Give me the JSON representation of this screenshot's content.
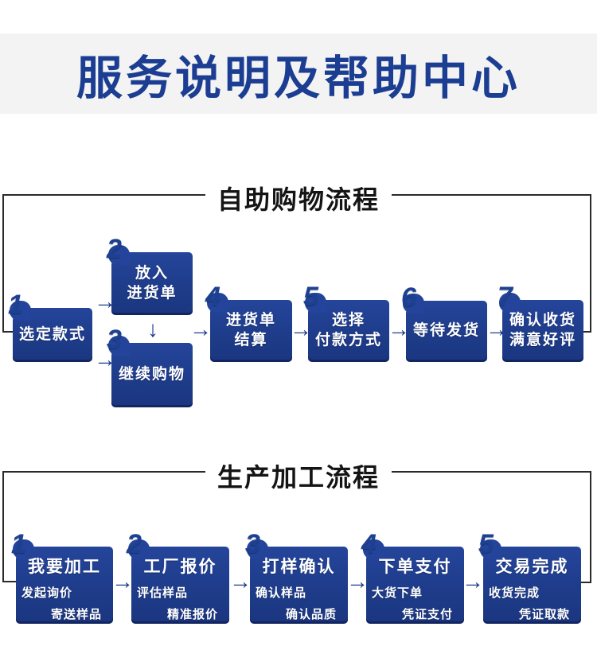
{
  "header": {
    "title": "服务说明及帮助中心"
  },
  "flow1": {
    "title": "自助购物流程",
    "steps": [
      {
        "num": "1",
        "lines": [
          "选定款式"
        ]
      },
      {
        "num": "2",
        "lines": [
          "放入",
          "进货单"
        ]
      },
      {
        "num": "3",
        "lines": [
          "继续购物"
        ]
      },
      {
        "num": "4",
        "lines": [
          "进货单",
          "结算"
        ]
      },
      {
        "num": "5",
        "lines": [
          "选择",
          "付款方式"
        ]
      },
      {
        "num": "6",
        "lines": [
          "等待发货"
        ]
      },
      {
        "num": "7",
        "lines": [
          "确认收货",
          "满意好评"
        ]
      }
    ]
  },
  "flow2": {
    "title": "生产加工流程",
    "steps": [
      {
        "num": "1",
        "title": "我要加工",
        "sub_left": "发起询价",
        "sub_right": "寄送样品"
      },
      {
        "num": "2",
        "title": "工厂报价",
        "sub_left": "评估样品",
        "sub_right": "精准报价"
      },
      {
        "num": "3",
        "title": "打样确认",
        "sub_left": "确认样品",
        "sub_right": "确认品质"
      },
      {
        "num": "4",
        "title": "下单支付",
        "sub_left": "大货下单",
        "sub_right": "凭证支付"
      },
      {
        "num": "5",
        "title": "交易完成",
        "sub_left": "收货完成",
        "sub_right": "凭证取款"
      }
    ]
  },
  "icons": {
    "arrow_right": "→",
    "arrow_down": "↓"
  },
  "colors": {
    "box_blue": "#1e3c8a",
    "number_blue": "#1d4190",
    "band_bg": "#f3f3f4",
    "header_text": "#1c3e92",
    "frame_line": "#2a2a2a"
  }
}
